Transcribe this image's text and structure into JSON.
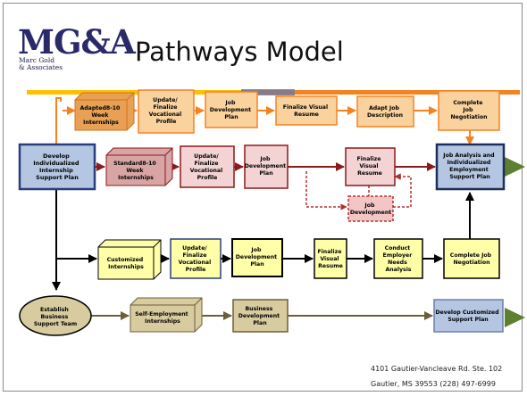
{
  "slide": {
    "title": "Pathways Model",
    "logo": {
      "letters": "MG&A",
      "name_line1": "Marc Gold",
      "name_line2": "& Associates"
    },
    "address": {
      "line1": "4101 Gautier-Vancleave Rd. Ste. 102",
      "line2": "Gautier, MS 39553 (228) 497-6999"
    }
  },
  "colors": {
    "orange": "#f58220",
    "blue": "#2a3d7c",
    "maroon": "#8b1a1a",
    "olive": "#6b5f3a",
    "green_arrow": "#5d7f2f",
    "top_band": "#ffc000"
  },
  "nodes": {
    "develop_individualized": [
      "Develop",
      "Individualized",
      "Internship",
      "Support Plan"
    ],
    "adapted_internships": [
      "Adapted8-10",
      "Week",
      "Internships"
    ],
    "top_update_vocational": [
      "Update/",
      "Finalize",
      "Vocational",
      "Profile"
    ],
    "top_job_development_plan": [
      "Job",
      "Development",
      "Plan"
    ],
    "top_finalize_visual": [
      "Finalize Visual",
      "Resume"
    ],
    "adapt_job_description": [
      "Adapt Job",
      "Description"
    ],
    "top_complete_negotiation": [
      "Complete",
      "Job",
      "Negotiation"
    ],
    "standard_internships": [
      "Standard8-10",
      "Week",
      "Internships"
    ],
    "mid_update_vocational": [
      "Update/",
      "Finalize",
      "Vocational",
      "Profile"
    ],
    "mid_job_development_plan": [
      "Job",
      "Development",
      "Plan"
    ],
    "mid_finalize_visual": [
      "Finalize",
      "Visual",
      "Resume"
    ],
    "job_development": [
      "Job",
      "Development"
    ],
    "job_analysis_support": [
      "Job Analysis and",
      "Individualized",
      "Employment",
      "Support Plan"
    ],
    "customized_internships": [
      "Customized",
      "Internships"
    ],
    "low_update_vocational": [
      "Update/",
      "Finalize",
      "Vocational",
      "Profile"
    ],
    "low_job_development_plan": [
      "Job",
      "Development",
      "Plan"
    ],
    "low_finalize_visual": [
      "Finalize",
      "Visual",
      "Resume"
    ],
    "conduct_employer_needs": [
      "Conduct",
      "Employer",
      "Needs",
      "Analysis"
    ],
    "low_complete_negotiation": [
      "Complete Job",
      "Negotiation"
    ],
    "establish_business": [
      "Establish",
      "Business",
      "Support Team"
    ],
    "self_employment_internships": [
      "Self-Employment",
      "Internships"
    ],
    "business_development_plan": [
      "Business",
      "Development",
      "Plan"
    ],
    "develop_customized_support": [
      "Develop Customized",
      "Support Plan"
    ]
  }
}
